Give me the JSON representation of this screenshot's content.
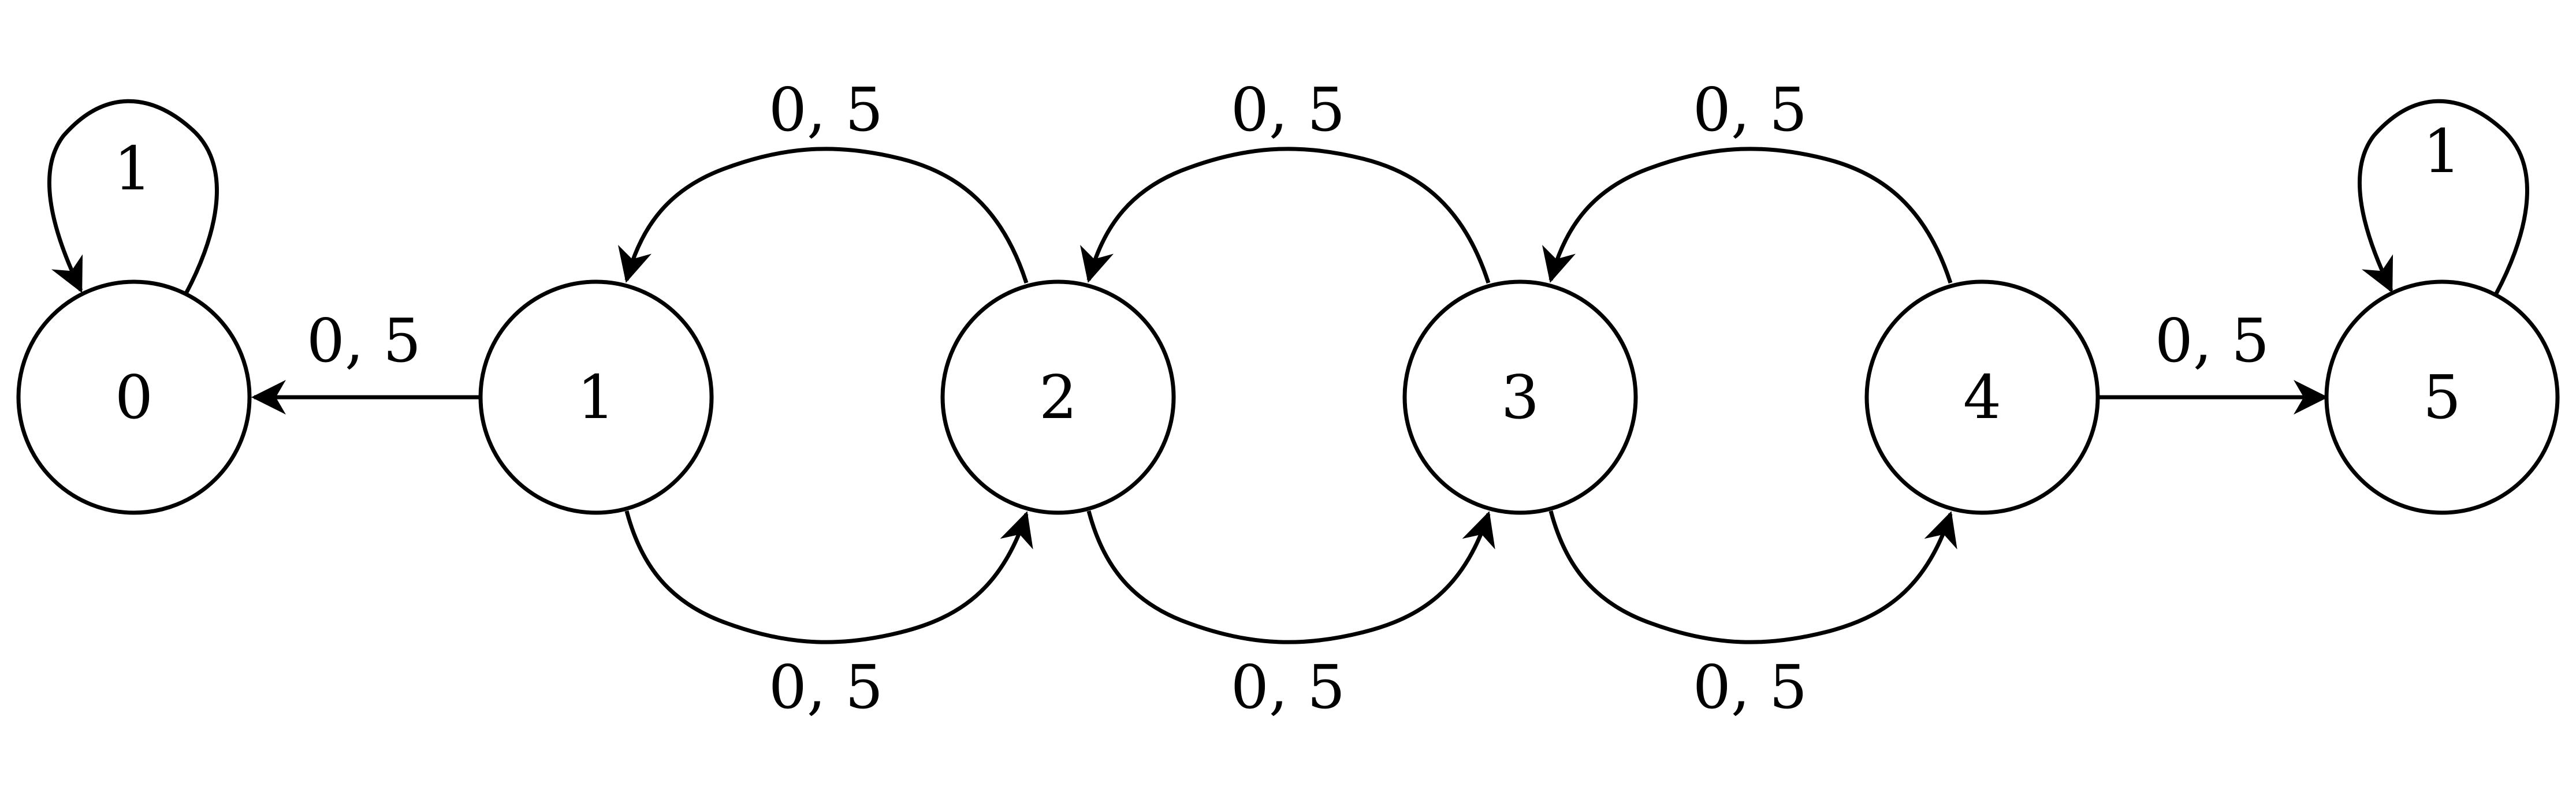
{
  "diagram": {
    "type": "state-transition-graph",
    "colors": {
      "stroke": "#000000",
      "fill": "#ffffff",
      "text": "#000000"
    },
    "states": [
      {
        "id": "s0",
        "label": "0"
      },
      {
        "id": "s1",
        "label": "1"
      },
      {
        "id": "s2",
        "label": "2"
      },
      {
        "id": "s3",
        "label": "3"
      },
      {
        "id": "s4",
        "label": "4"
      },
      {
        "id": "s5",
        "label": "5"
      }
    ],
    "transitions": [
      {
        "from": "0",
        "to": "0",
        "label": "1"
      },
      {
        "from": "1",
        "to": "0",
        "label": "0, 5"
      },
      {
        "from": "2",
        "to": "1",
        "label": "0, 5"
      },
      {
        "from": "3",
        "to": "2",
        "label": "0, 5"
      },
      {
        "from": "4",
        "to": "3",
        "label": "0, 5"
      },
      {
        "from": "1",
        "to": "2",
        "label": "0, 5"
      },
      {
        "from": "2",
        "to": "3",
        "label": "0, 5"
      },
      {
        "from": "3",
        "to": "4",
        "label": "0, 5"
      },
      {
        "from": "4",
        "to": "5",
        "label": "0, 5"
      },
      {
        "from": "5",
        "to": "5",
        "label": "1"
      }
    ]
  }
}
